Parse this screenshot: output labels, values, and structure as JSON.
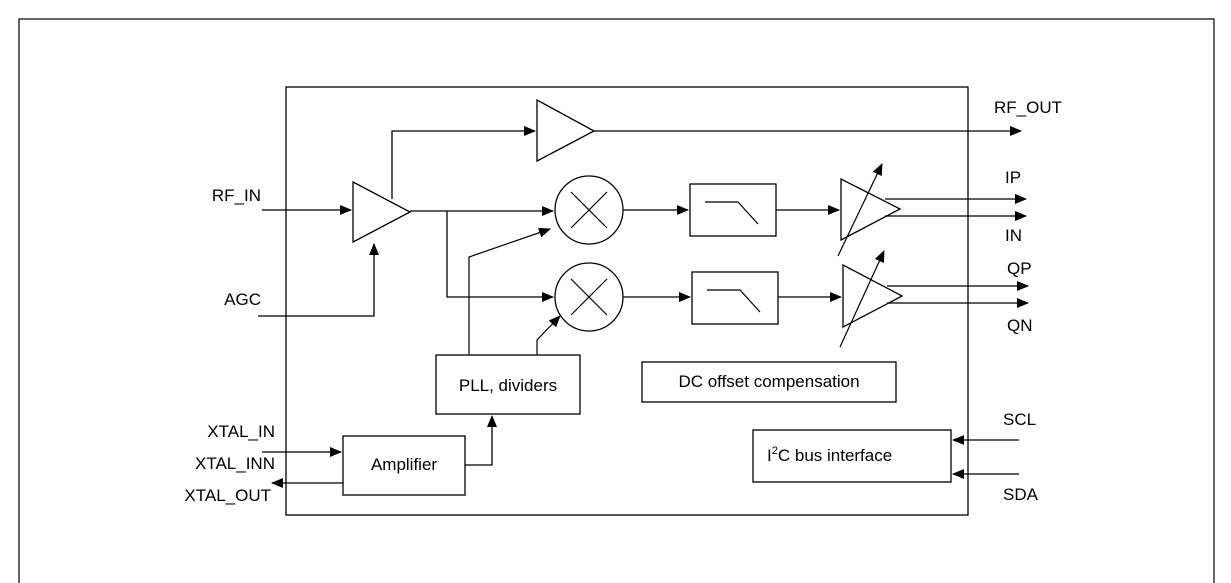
{
  "diagram": {
    "pins": {
      "rf_in": "RF_IN",
      "agc": "AGC",
      "xtal_in": "XTAL_IN",
      "xtal_inn": "XTAL_INN",
      "xtal_out": "XTAL_OUT",
      "rf_out": "RF_OUT",
      "ip": "IP",
      "in": "IN",
      "qp": "QP",
      "qn": "QN",
      "scl": "SCL",
      "sda": "SDA"
    },
    "blocks": {
      "pll": "PLL, dividers",
      "amplifier": "Amplifier",
      "dc_offset": "DC offset compensation",
      "i2c_prefix": "I",
      "i2c_superscript": "2",
      "i2c_suffix": "C bus interface"
    },
    "colors": {
      "line": "#000000",
      "background": "#ffffff"
    }
  }
}
